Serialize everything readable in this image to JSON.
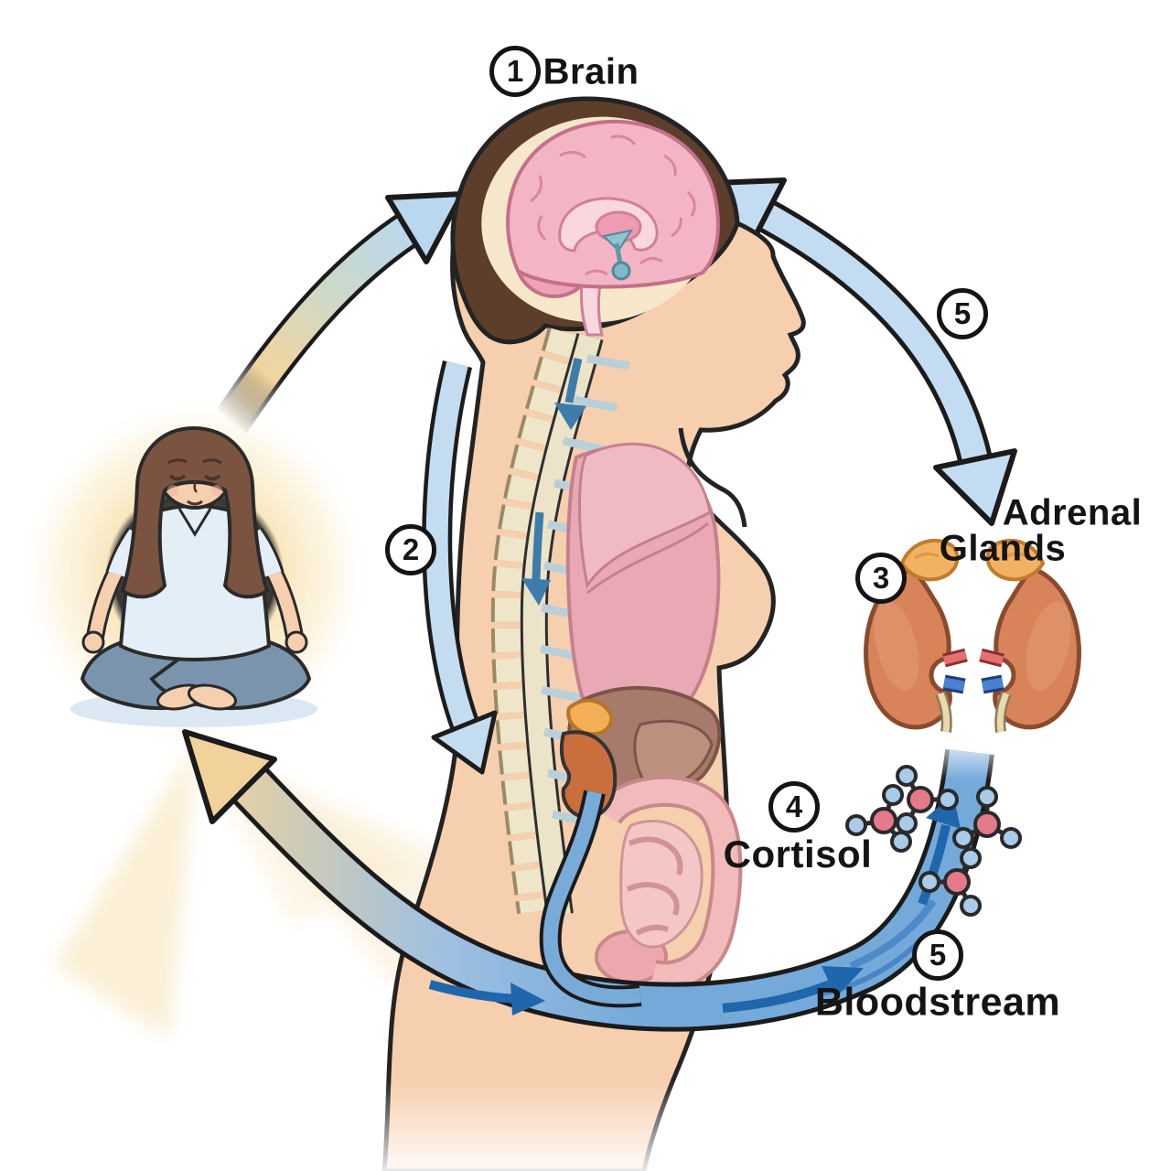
{
  "diagram": {
    "type": "cycle-illustration",
    "subject": "stress-hormone-cortisol-cycle",
    "steps": {
      "brain": {
        "number": "1",
        "label": "Brain"
      },
      "signal": {
        "number": "2"
      },
      "adrenal": {
        "number": "3",
        "label_line1": "Adrenal",
        "label_line2": "Glands"
      },
      "cortisol": {
        "number": "4",
        "label": "Cortisol"
      },
      "to_brain": {
        "number": "5"
      },
      "bloodstream": {
        "number": "5",
        "label": "Bloodstream"
      }
    },
    "colors": {
      "arrow_blue": "#bcd9f1",
      "band_blue": "#74a9da",
      "chevron_blue": "#1f66ad",
      "calm_yellow": "#f1d29b",
      "skin": "#f6cfae",
      "brain_pink": "#f3b5c3",
      "lung_pink": "#e9a9b4",
      "liver_brown": "#a87a6b",
      "kidney_orange": "#d9835a",
      "adrenal_amber": "#f3b262",
      "molecule_red": "#e4798a",
      "molecule_blue": "#a9cbe8",
      "outline": "#1b1b1b",
      "text": "#141414"
    }
  }
}
